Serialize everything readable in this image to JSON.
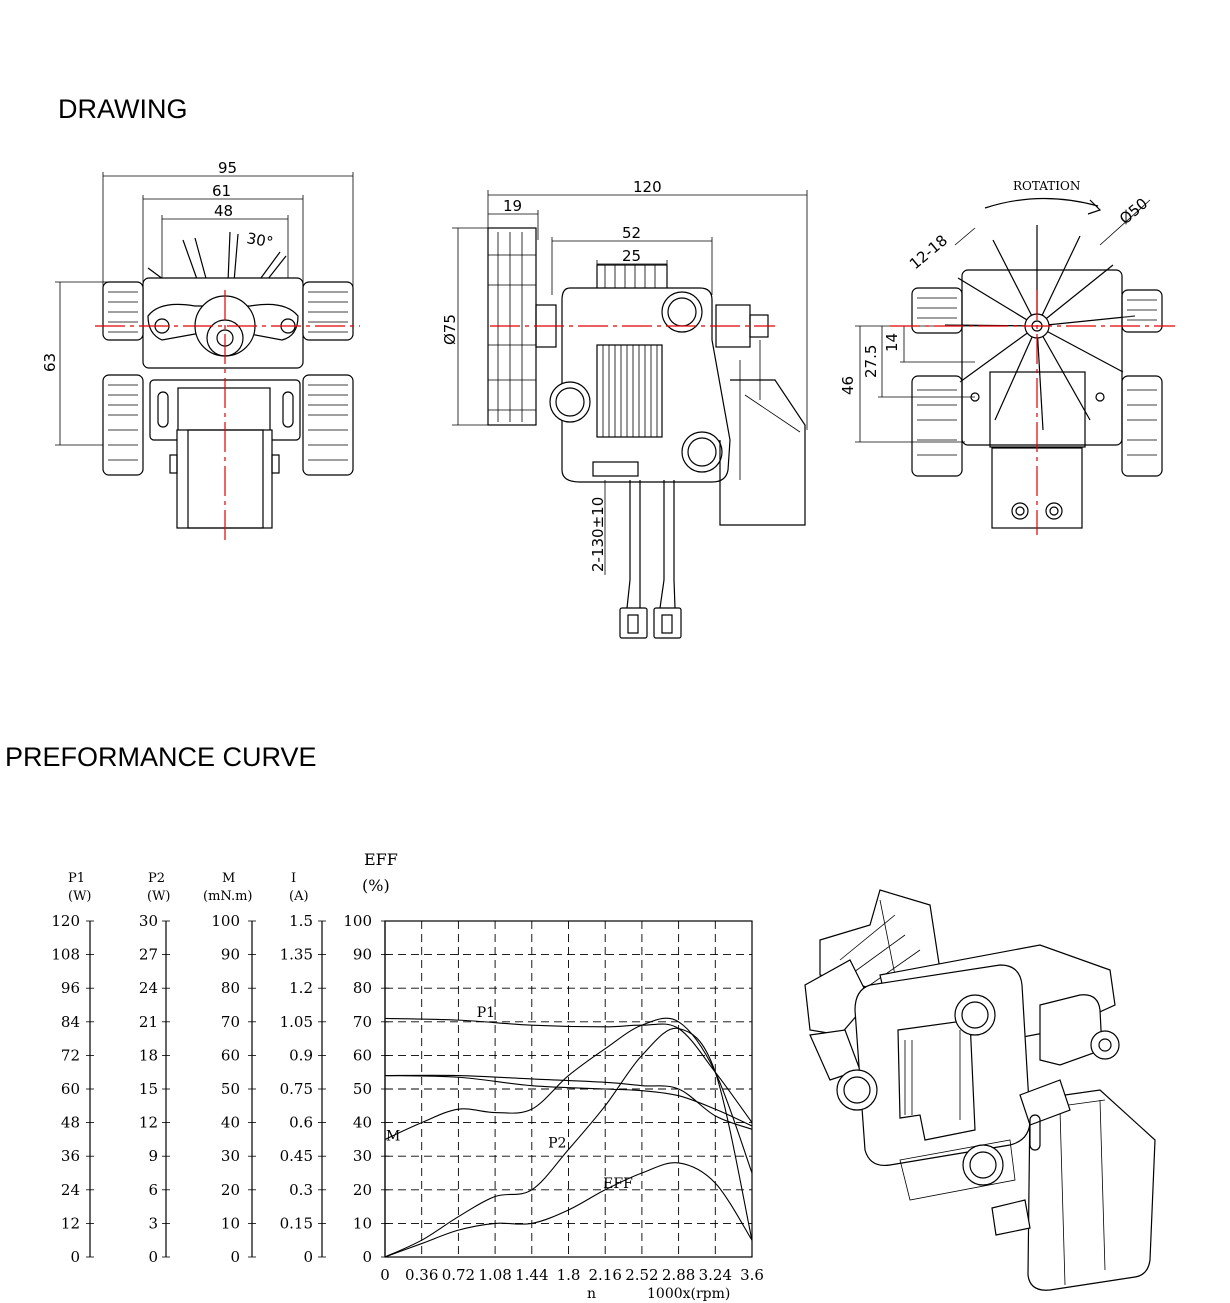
{
  "headings": {
    "drawing": "DRAWING",
    "performance": "PREFORMANCE CURVE"
  },
  "front_view": {
    "dims": {
      "overall_width": "95",
      "width_61": "61",
      "width_48": "48",
      "angle": "30°",
      "height_63": "63"
    }
  },
  "side_view": {
    "dims": {
      "overall_length": "120",
      "fan_depth": "19",
      "length_52": "52",
      "length_25": "25",
      "fan_dia": "Ø75",
      "lead_length": "2-130±10"
    }
  },
  "rear_view": {
    "labels": {
      "rotation": "ROTATION",
      "fan_dia": "Ø50",
      "blades": "12-18"
    },
    "dims": {
      "h14": "14",
      "h27_5": "27.5",
      "h46": "46"
    }
  },
  "chart_data": {
    "type": "line",
    "axes": [
      {
        "name": "P1",
        "unit": "(W)",
        "ticks": [
          "120",
          "108",
          "96",
          "84",
          "72",
          "60",
          "48",
          "36",
          "24",
          "12",
          "0"
        ]
      },
      {
        "name": "P2",
        "unit": "(W)",
        "ticks": [
          "30",
          "27",
          "24",
          "21",
          "18",
          "15",
          "12",
          "9",
          "6",
          "3",
          "0"
        ]
      },
      {
        "name": "M",
        "unit": "(mN.m)",
        "ticks": [
          "100",
          "90",
          "80",
          "70",
          "60",
          "50",
          "40",
          "30",
          "20",
          "10",
          "0"
        ]
      },
      {
        "name": "I",
        "unit": "(A)",
        "ticks": [
          "1.5",
          "1.35",
          "1.2",
          "1.05",
          "0.9",
          "0.75",
          "0.6",
          "0.45",
          "0.3",
          "0.15",
          "0"
        ]
      },
      {
        "name": "EFF",
        "unit": "(%)",
        "ticks": [
          "100",
          "90",
          "80",
          "70",
          "60",
          "50",
          "40",
          "30",
          "20",
          "10",
          "0"
        ]
      }
    ],
    "x_ticks": [
      "0",
      "0.36",
      "0.72",
      "1.08",
      "1.44",
      "1.8",
      "2.16",
      "2.52",
      "2.88",
      "3.24",
      "3.6"
    ],
    "x_label_n": "n",
    "x_label_unit": "1000x(rpm)",
    "xlim": [
      0,
      3.6
    ],
    "ylim": [
      0,
      100
    ],
    "grid": true,
    "series": [
      {
        "name": "P1",
        "x": [
          0,
          0.72,
          1.44,
          2.16,
          2.52,
          2.88,
          3.24,
          3.6
        ],
        "y": [
          71,
          70.5,
          69,
          68.5,
          69,
          68,
          55,
          40
        ]
      },
      {
        "name": "M",
        "x": [
          0,
          0.36,
          0.72,
          1.08,
          1.44,
          1.8,
          2.16,
          2.52,
          2.88,
          3.24,
          3.6
        ],
        "y": [
          35,
          40,
          44,
          43,
          44,
          54,
          62,
          69,
          70,
          55,
          25
        ]
      },
      {
        "name": "P2",
        "x": [
          0,
          0.36,
          0.72,
          1.08,
          1.44,
          1.8,
          2.16,
          2.52,
          2.88,
          3.24,
          3.6
        ],
        "y": [
          0,
          5,
          12,
          18,
          20,
          32,
          45,
          60,
          68,
          55,
          5
        ]
      },
      {
        "name": "EFF",
        "x": [
          0,
          0.36,
          0.72,
          1.08,
          1.44,
          1.8,
          2.16,
          2.52,
          2.88,
          3.24,
          3.6
        ],
        "y": [
          0,
          4,
          8,
          10,
          10,
          14,
          20,
          25,
          28,
          22,
          5
        ]
      },
      {
        "name": "",
        "x": [
          0,
          0.72,
          1.44,
          2.16,
          2.52,
          2.88,
          3.24,
          3.6
        ],
        "y": [
          54,
          53.5,
          51,
          50,
          49.5,
          48,
          44,
          39
        ]
      },
      {
        "name": "",
        "x": [
          0,
          0.72,
          1.44,
          2.16,
          2.52,
          2.88,
          3.24,
          3.6
        ],
        "y": [
          54,
          54,
          53,
          52,
          51,
          50,
          42,
          38
        ]
      }
    ]
  }
}
